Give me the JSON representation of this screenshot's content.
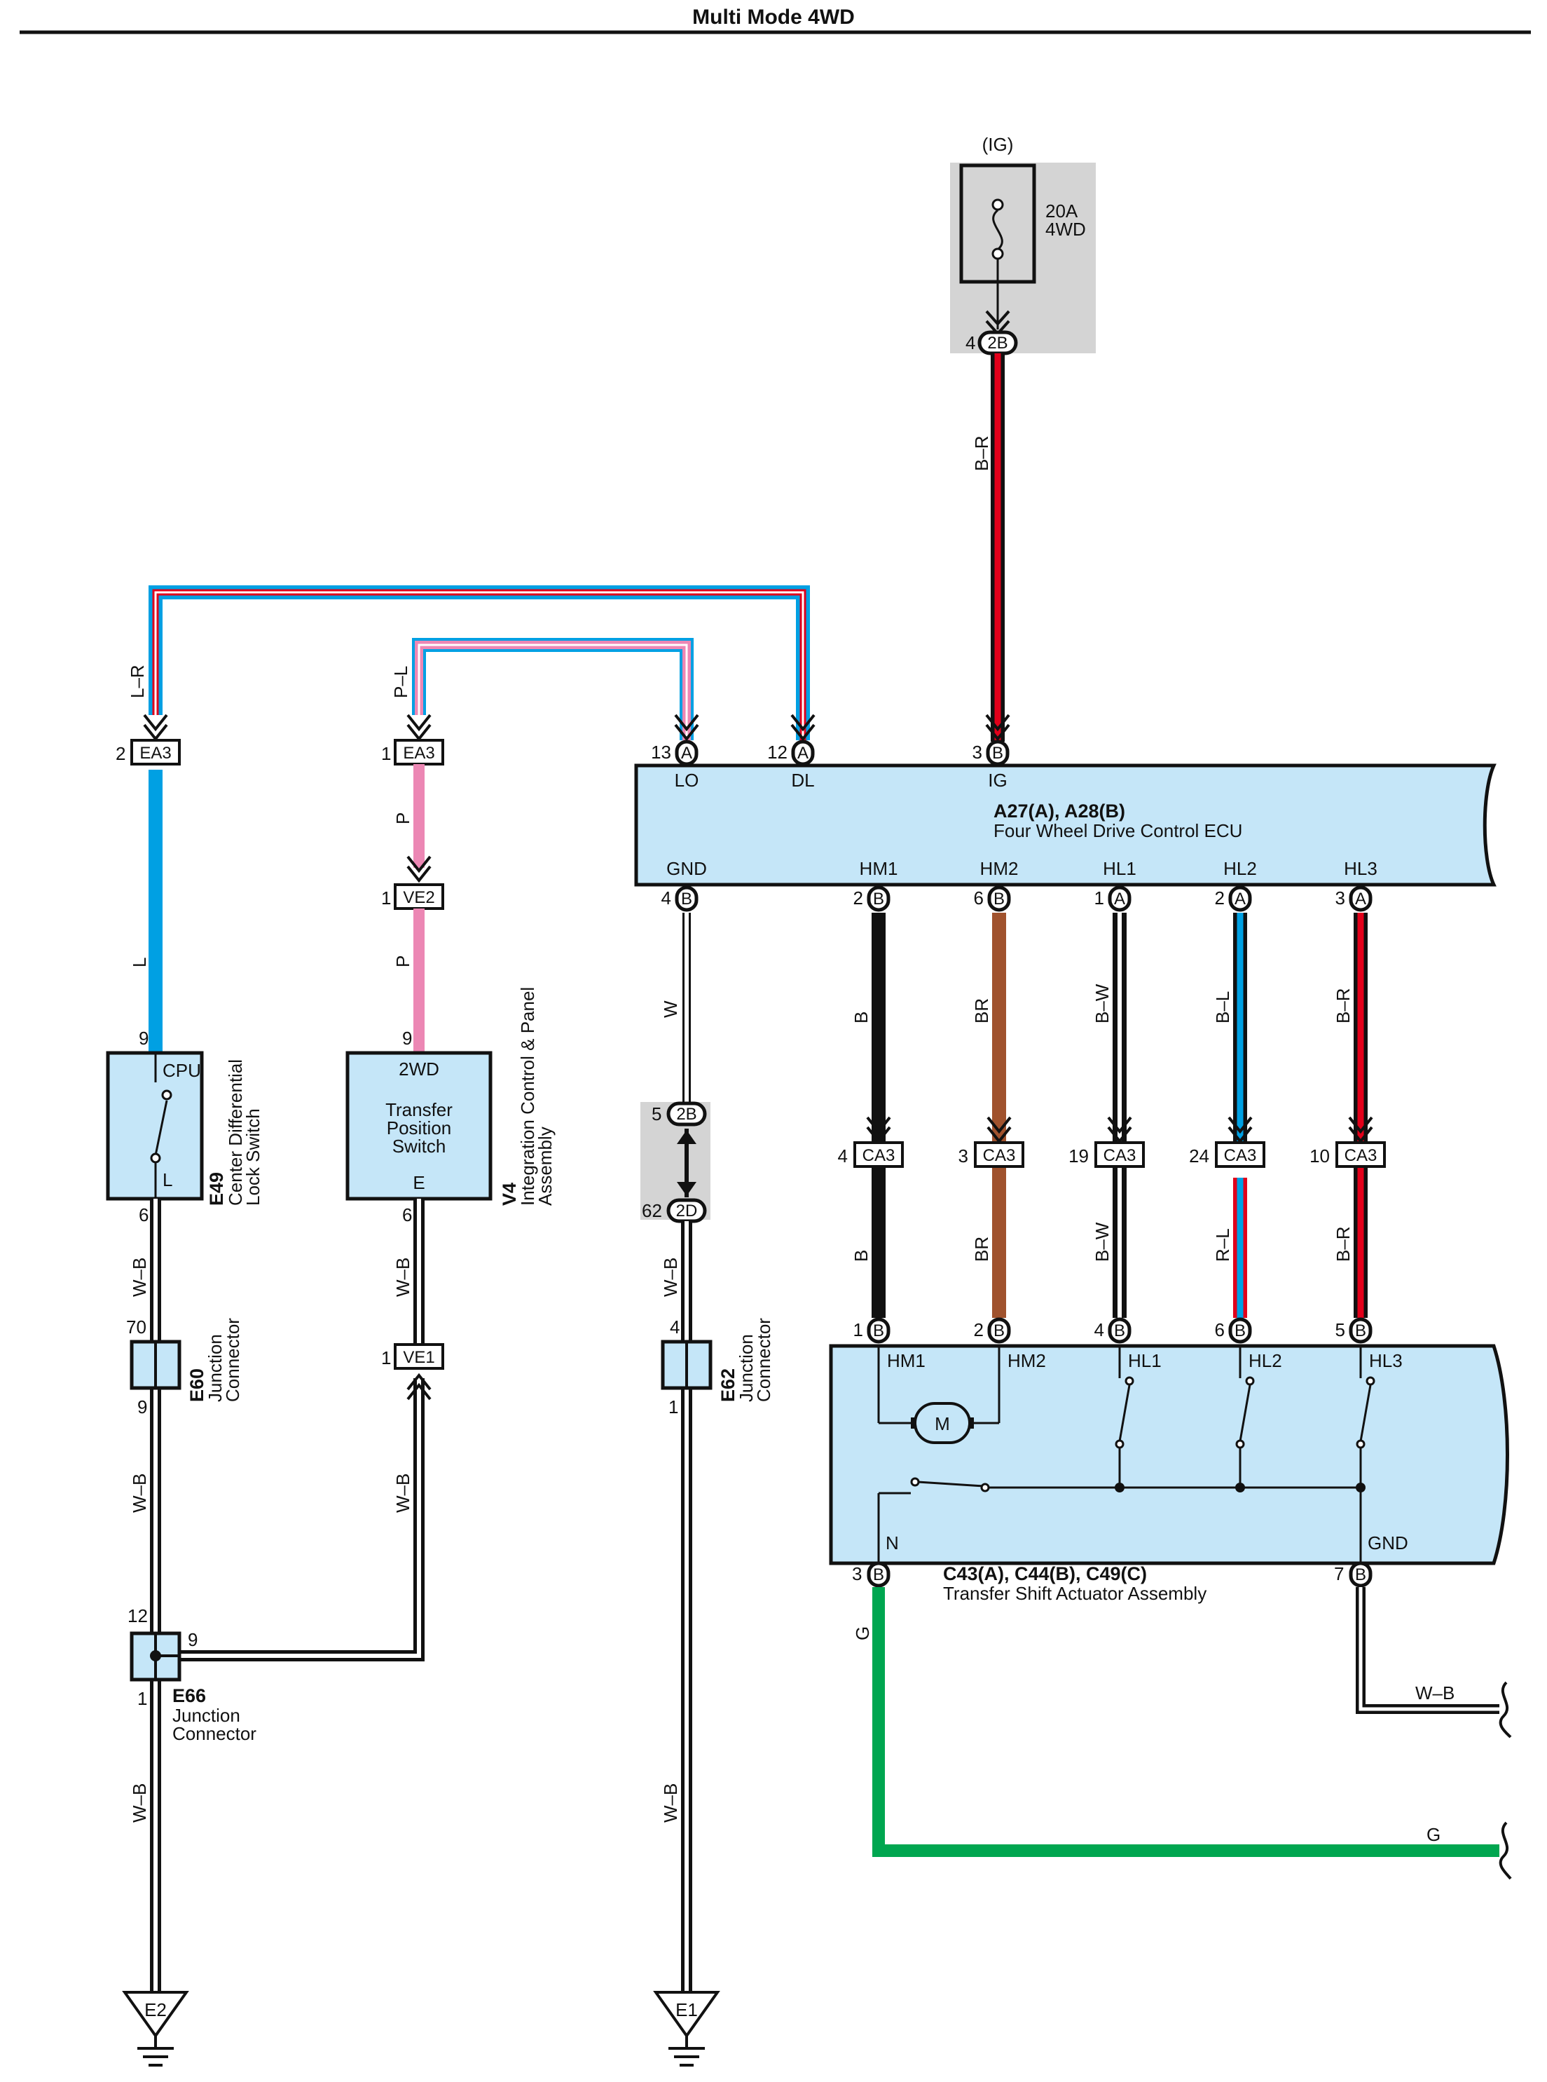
{
  "title": "Multi Mode 4WD",
  "fuse": {
    "supply": "(IG)",
    "rating": "20A",
    "name": "4WD",
    "pin": "4",
    "connector": "2B"
  },
  "ecu": {
    "code": "A27(A), A28(B)",
    "name": "Four Wheel Drive Control ECU",
    "top_pins": [
      {
        "num": "13",
        "conn": "A",
        "label": "LO"
      },
      {
        "num": "12",
        "conn": "A",
        "label": "DL"
      },
      {
        "num": "3",
        "conn": "B",
        "label": "IG"
      }
    ],
    "bottom_pins": [
      {
        "num": "4",
        "conn": "B",
        "label": "GND"
      },
      {
        "num": "2",
        "conn": "B",
        "label": "HM1"
      },
      {
        "num": "6",
        "conn": "B",
        "label": "HM2"
      },
      {
        "num": "1",
        "conn": "A",
        "label": "HL1"
      },
      {
        "num": "2",
        "conn": "A",
        "label": "HL2"
      },
      {
        "num": "3",
        "conn": "A",
        "label": "HL3"
      }
    ]
  },
  "wires": {
    "lr": "L–R",
    "l": "L",
    "pl": "P–L",
    "p1": "P",
    "p2": "P",
    "br_top": "B–R",
    "w": "W",
    "wb": "W–B",
    "g": "G",
    "hm1_top": "B",
    "hm2_top": "BR",
    "hl1_top": "B–W",
    "hl2_top": "B–L",
    "hl3_top": "B–R",
    "hm1_bot": "B",
    "hm2_bot": "BR",
    "hl1_bot": "B–W",
    "hl2_bot": "R–L",
    "hl3_bot": "B–R"
  },
  "connectors": {
    "ea3_left": {
      "pin": "2",
      "name": "EA3"
    },
    "ea3_mid": {
      "pin": "1",
      "name": "EA3"
    },
    "ve2": {
      "pin": "1",
      "name": "VE2"
    },
    "ve1": {
      "pin": "1",
      "name": "VE1"
    },
    "j2b": {
      "pin": "5",
      "name": "2B"
    },
    "j2d": {
      "pin": "62",
      "name": "2D"
    },
    "ca3": [
      {
        "pin": "4",
        "name": "CA3"
      },
      {
        "pin": "3",
        "name": "CA3"
      },
      {
        "pin": "19",
        "name": "CA3"
      },
      {
        "pin": "24",
        "name": "CA3"
      },
      {
        "pin": "10",
        "name": "CA3"
      }
    ]
  },
  "switch_e49": {
    "pin_top": "9",
    "cpu": "CPU",
    "l": "L",
    "pin_bottom": "6",
    "code": "E49",
    "name1": "Center Differential",
    "name2": "Lock Switch"
  },
  "switch_v4": {
    "pin_top": "9",
    "label_2wd": "2WD",
    "name1": "Transfer",
    "name2": "Position",
    "name3": "Switch",
    "e": "E",
    "pin_bottom": "6",
    "code": "V4",
    "name_a": "Integration Control & Panel",
    "name_b": "Assembly"
  },
  "e60": {
    "code": "E60",
    "name1": "Junction",
    "name2": "Connector",
    "pin_top": "70",
    "pin_bottom": "9"
  },
  "e62": {
    "code": "E62",
    "name1": "Junction",
    "name2": "Connector",
    "pin_top": "4",
    "pin_bottom": "1"
  },
  "e66": {
    "code": "E66",
    "name1": "Junction",
    "name2": "Connector",
    "pin_top": "12",
    "pin_right": "9",
    "pin_bottom": "1"
  },
  "actuator": {
    "code": "C43(A), C44(B), C49(C)",
    "name": "Transfer Shift Actuator Assembly",
    "top_pins": [
      {
        "num": "1",
        "conn": "B",
        "label": "HM1"
      },
      {
        "num": "2",
        "conn": "B",
        "label": "HM2"
      },
      {
        "num": "4",
        "conn": "B",
        "label": "HL1"
      },
      {
        "num": "6",
        "conn": "B",
        "label": "HL2"
      },
      {
        "num": "5",
        "conn": "B",
        "label": "HL3"
      }
    ],
    "motor": "M",
    "n_label": "N",
    "n_pin": "3",
    "n_conn": "B",
    "gnd_label": "GND",
    "gnd_pin": "7",
    "gnd_conn": "B"
  },
  "grounds": {
    "left": "E2",
    "right": "E1"
  },
  "colors": {
    "blue": "#00a0e3",
    "red": "#e2001a",
    "pink": "#ec87b4",
    "brown": "#a0522d",
    "green": "#00a650",
    "fill": "#c5e6f8",
    "fuse_bg": "#d4d4d4",
    "black": "#111111"
  }
}
